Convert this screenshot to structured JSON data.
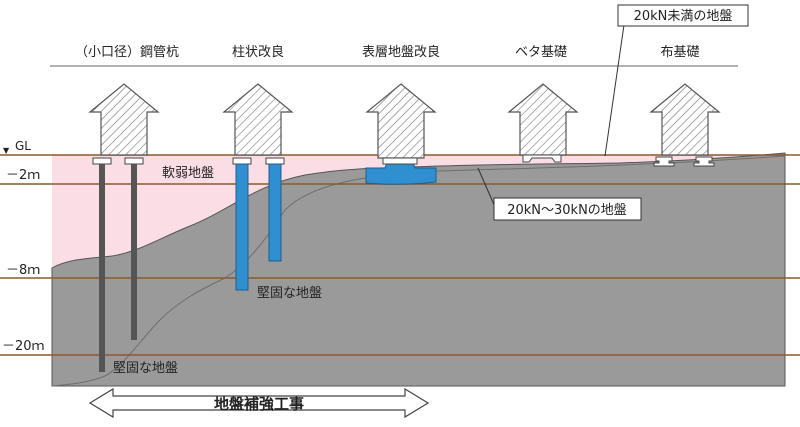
{
  "methods": [
    {
      "label": "（小口径）鋼管杭"
    },
    {
      "label": "柱状改良"
    },
    {
      "label": "表層地盤改良"
    },
    {
      "label": "ベタ基礎"
    },
    {
      "label": "布基礎"
    }
  ],
  "depth_labels": {
    "gl": "GL",
    "m2": "－2ｍ",
    "m8": "－8ｍ",
    "m20": "－20ｍ"
  },
  "ground_labels": {
    "soft": "軟弱地盤",
    "firm_mid": "堅固な地盤",
    "firm_deep": "堅固な地盤"
  },
  "callouts": {
    "under20": "20kN未満の地盤",
    "range": "20kN～30kNの地盤"
  },
  "banner": "地盤補強工事",
  "colors": {
    "soft_ground": "#fbdde6",
    "firm_ground": "#999999",
    "improvement": "#2f8fd0",
    "pile": "#555555",
    "depth_line": "#8a5a2b"
  }
}
